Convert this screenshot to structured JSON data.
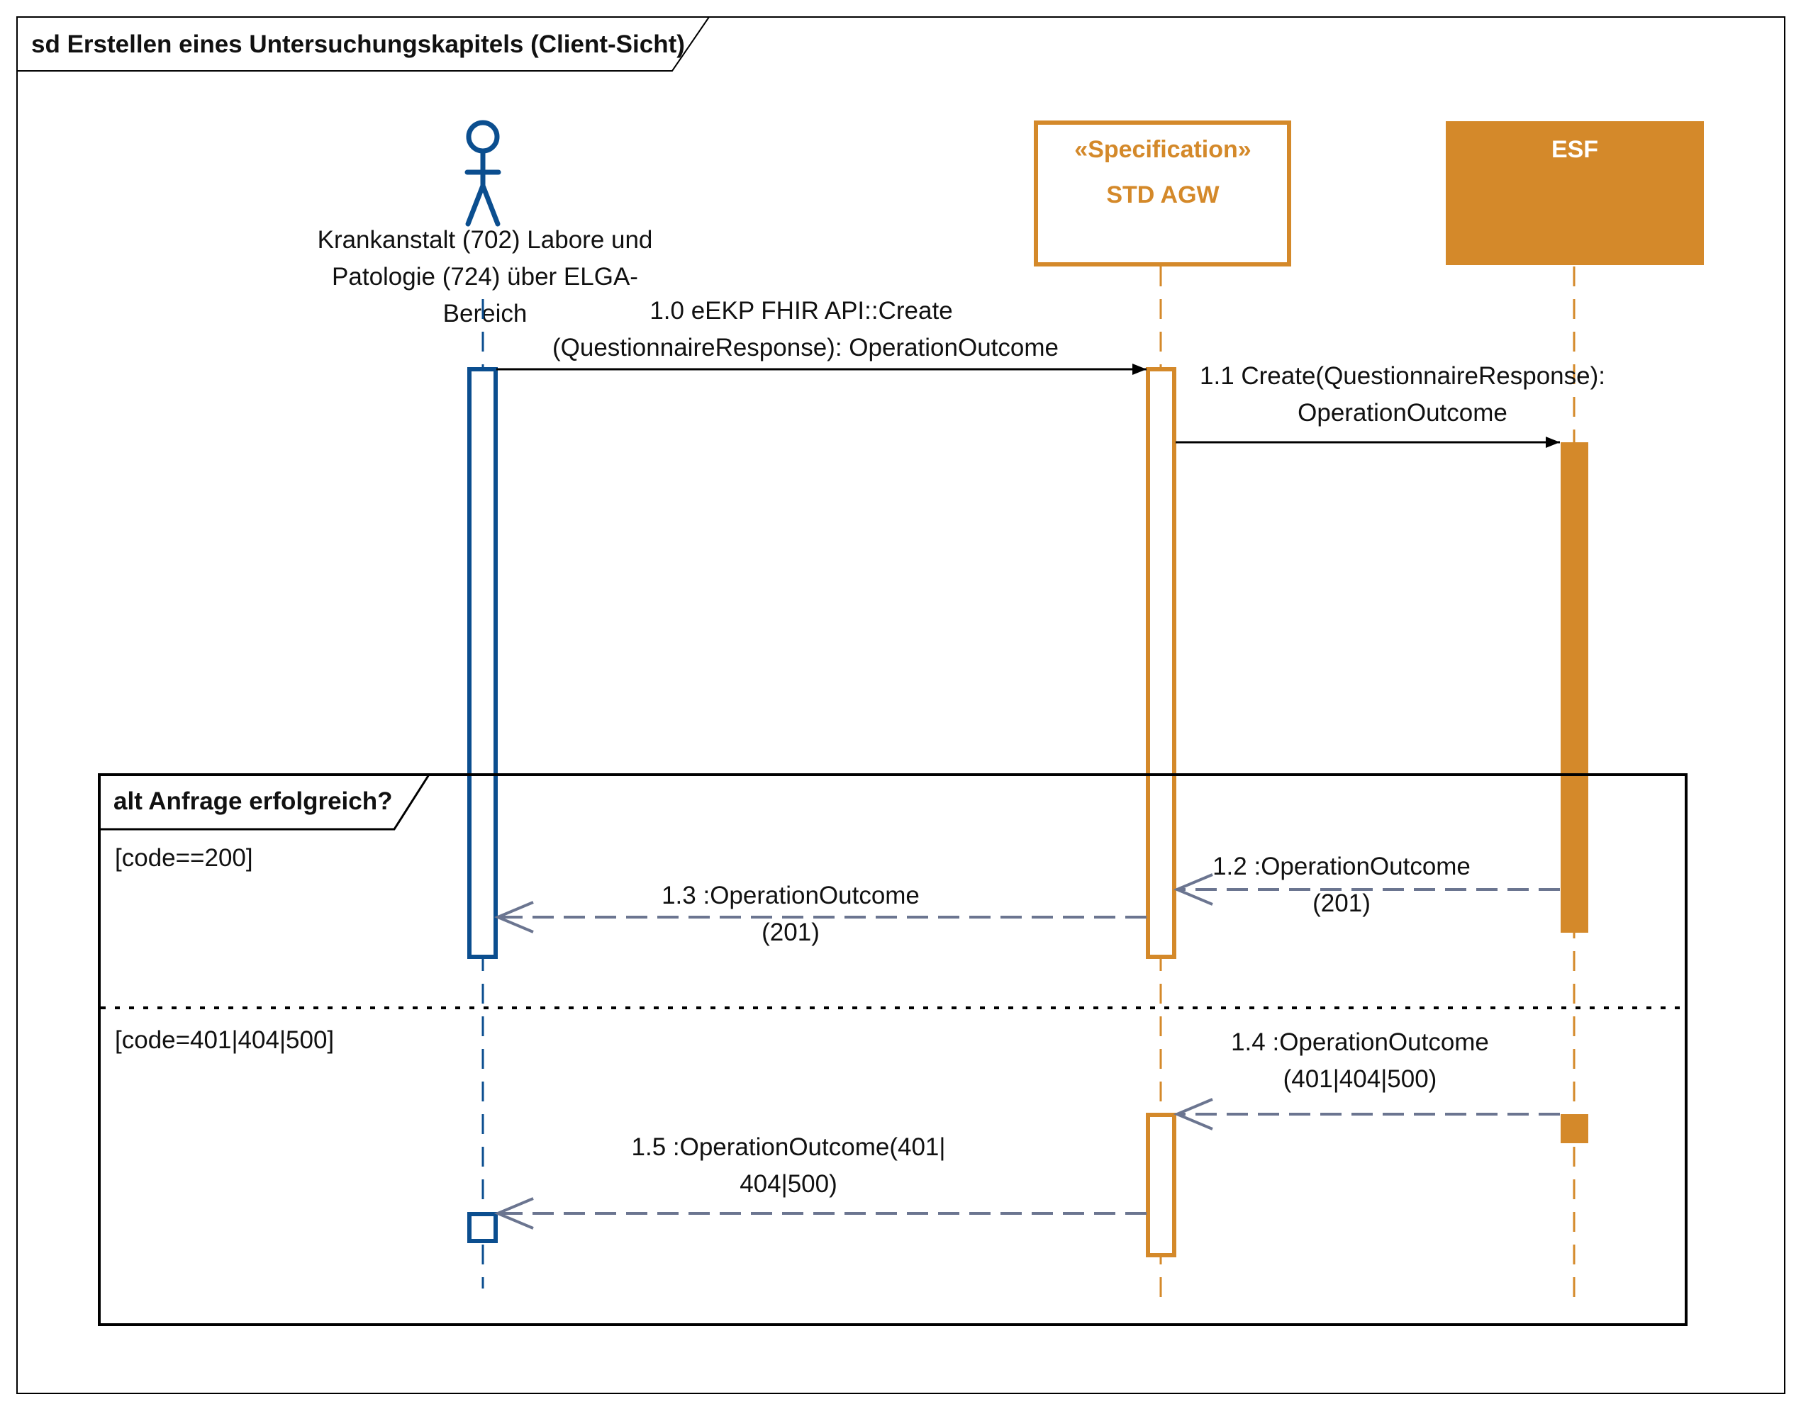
{
  "diagram": {
    "frame_title": "sd Erstellen eines Untersuchungskapitels (Client-Sicht)",
    "colors": {
      "actor": "#0b4e8f",
      "spec": "#d4892a",
      "esf_fill": "#d4892a",
      "return_arrow": "#6b7590",
      "call_arrow": "#000000",
      "frame": "#000000"
    },
    "participants": [
      {
        "id": "client",
        "kind": "actor",
        "label_lines": [
          "Krankanstalt (702) Labore und",
          "Patologie (724) über ELGA-",
          "Bereich"
        ]
      },
      {
        "id": "std_agw",
        "kind": "specification",
        "stereotype": "«Specification»",
        "label": "STD AGW"
      },
      {
        "id": "esf",
        "kind": "component",
        "label": "ESF"
      }
    ],
    "messages": [
      {
        "id": "1.0",
        "type": "call",
        "from": "client",
        "to": "std_agw",
        "label_lines": [
          "1.0 eEKP FHIR API::Create",
          "(QuestionnaireResponse): OperationOutcome"
        ]
      },
      {
        "id": "1.1",
        "type": "call",
        "from": "std_agw",
        "to": "esf",
        "label_lines": [
          "1.1 Create(QuestionnaireResponse):",
          "OperationOutcome"
        ]
      },
      {
        "id": "1.2",
        "type": "return",
        "from": "esf",
        "to": "std_agw",
        "label_lines": [
          "1.2 :OperationOutcome",
          "(201)"
        ]
      },
      {
        "id": "1.3",
        "type": "return",
        "from": "std_agw",
        "to": "client",
        "label_lines": [
          "1.3 :OperationOutcome",
          "(201)"
        ]
      },
      {
        "id": "1.4",
        "type": "return",
        "from": "esf",
        "to": "std_agw",
        "label_lines": [
          "1.4 :OperationOutcome",
          "(401|404|500)"
        ]
      },
      {
        "id": "1.5",
        "type": "return",
        "from": "std_agw",
        "to": "client",
        "label_lines": [
          "1.5 :OperationOutcome(401|",
          "404|500)"
        ]
      }
    ],
    "fragment": {
      "operator_label": "alt Anfrage erfolgreich?",
      "guards": [
        "[code==200]",
        "[code=401|404|500]"
      ]
    }
  }
}
